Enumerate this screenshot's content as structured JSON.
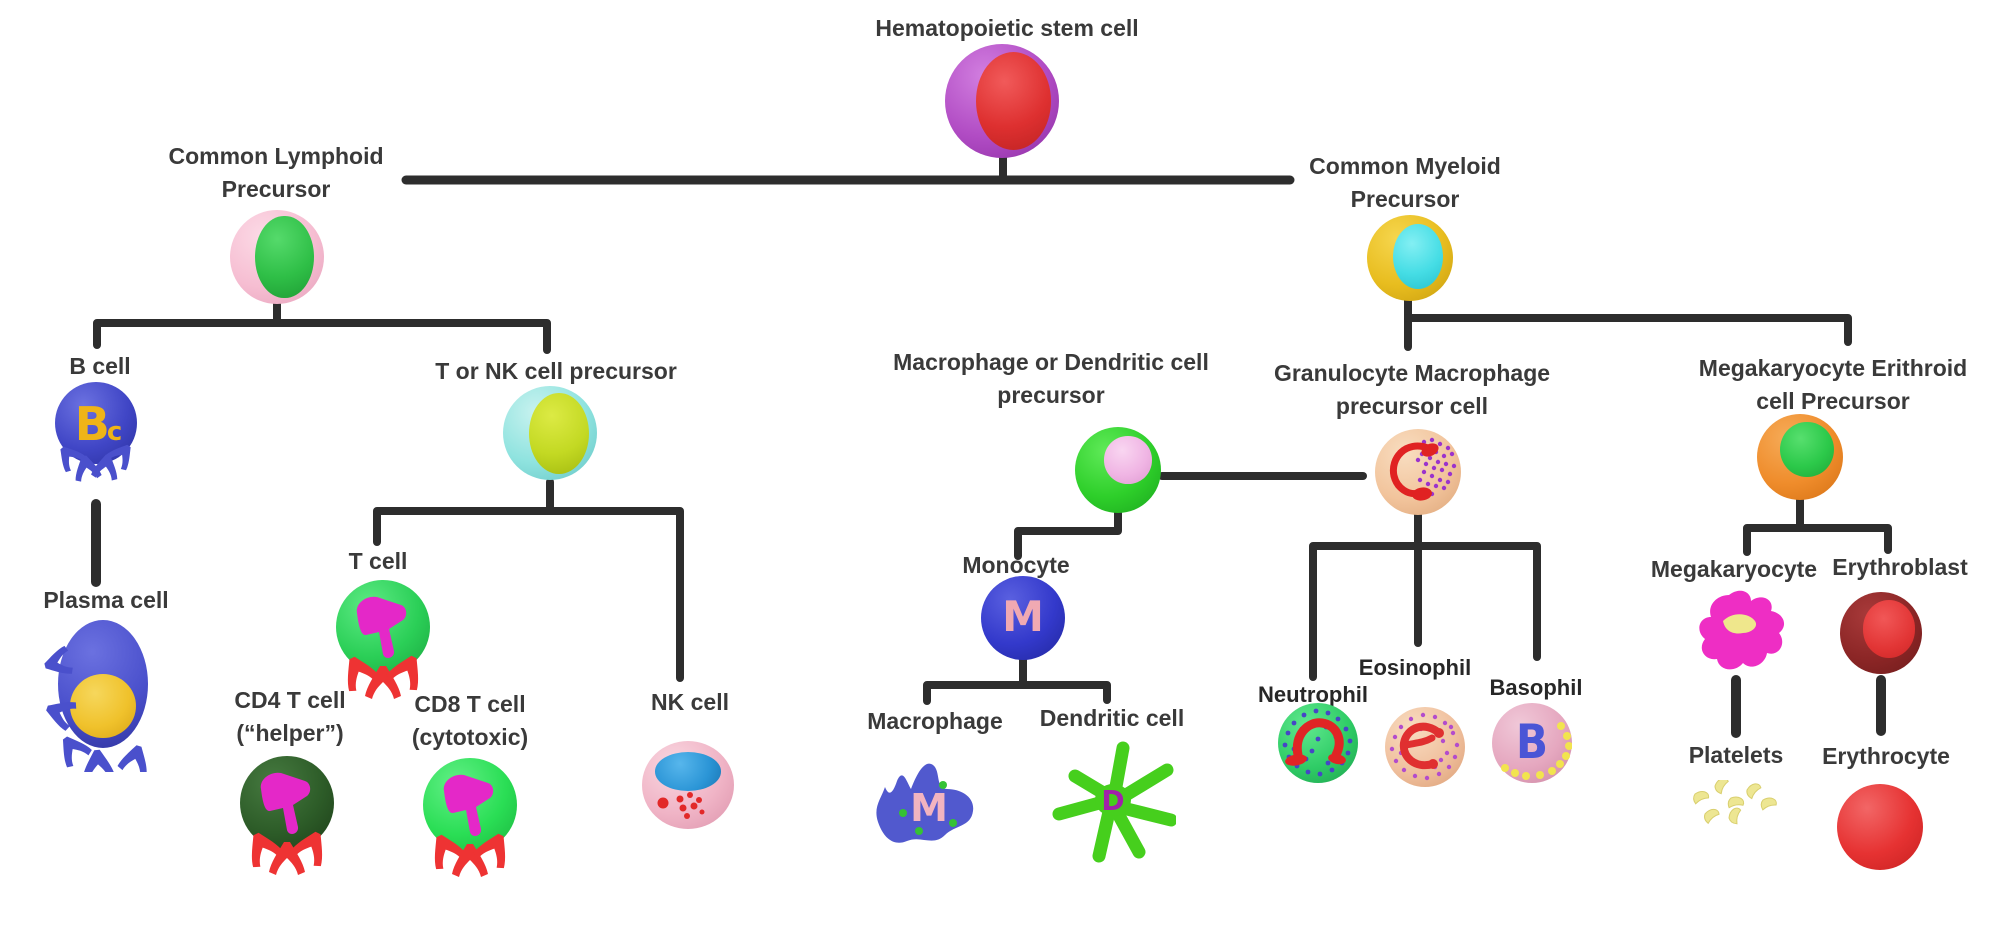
{
  "nodes": {
    "hsc": {
      "label": "Hematopoietic stem cell"
    },
    "clp": {
      "label_line1": "Common Lymphoid",
      "label_line2": "Precursor"
    },
    "b_cell": {
      "label": "B cell",
      "glyph": "Bc"
    },
    "plasma_cell": {
      "label": "Plasma cell"
    },
    "t_nk_precursor": {
      "label": "T or NK cell precursor"
    },
    "t_cell": {
      "label": "T cell"
    },
    "cd4_t_cell": {
      "label_line1": "CD4 T cell",
      "label_line2": "(“helper”)"
    },
    "cd8_t_cell": {
      "label_line1": "CD8 T cell",
      "label_line2": "(cytotoxic)"
    },
    "nk_cell": {
      "label": "NK cell"
    },
    "cmp": {
      "label_line1": "Common Myeloid",
      "label_line2": "Precursor"
    },
    "mdp": {
      "label_line1": "Macrophage or Dendritic cell",
      "label_line2": "precursor"
    },
    "monocyte": {
      "label": "Monocyte",
      "glyph": "M"
    },
    "macrophage": {
      "label": "Macrophage",
      "glyph": "M"
    },
    "dendritic_cell": {
      "label": "Dendritic cell",
      "glyph": "D"
    },
    "gmp": {
      "label_line1": "Granulocyte Macrophage",
      "label_line2": "precursor cell"
    },
    "neutrophil": {
      "label": "Neutrophil"
    },
    "eosinophil": {
      "label": "Eosinophil"
    },
    "basophil": {
      "label": "Basophil",
      "glyph": "B"
    },
    "mep": {
      "label_line1": "Megakaryocyte Erithroid",
      "label_line2": "cell Precursor"
    },
    "megakaryocyte": {
      "label": "Megakaryocyte"
    },
    "erythroblast": {
      "label": "Erythroblast"
    },
    "platelets": {
      "label": "Platelets"
    },
    "erythrocyte": {
      "label": "Erythrocyte"
    }
  },
  "colors": {
    "connector": "#2d2d2d",
    "hsc": {
      "membrane": "#b14cc4",
      "nucleus": "#de3030"
    },
    "clp": {
      "membrane": "#f6bed2",
      "nucleus": "#2fbf47"
    },
    "cmp": {
      "membrane": "#e8bd1f",
      "nucleus": "#45dde5"
    },
    "b_cell": {
      "membrane": "#4046c6",
      "glyph": "#efb418"
    },
    "plasma_cell": {
      "body": "#4a50cc",
      "nucleus": "#f0c22c"
    },
    "t_nk_precursor": {
      "membrane": "#8fe3df",
      "nucleus": "#c3d923"
    },
    "t_cell": {
      "membrane": "#2bcf57",
      "receptor": "#e428c8",
      "feet": "#ee3333"
    },
    "cd4_t_cell": {
      "membrane": "#2d5c28"
    },
    "cd8_t_cell": {
      "membrane": "#2ade55"
    },
    "nk_cell": {
      "membrane": "#f0b4c6",
      "nucleus": "#2b95d6",
      "granules": "#e22828"
    },
    "mdp": {
      "membrane": "#2ecf2a",
      "nucleus": "#f0b5e4"
    },
    "monocyte": {
      "membrane": "#3339cb",
      "glyph": "#f0a9b2"
    },
    "macrophage": {
      "body": "#5159ce",
      "glyph": "#f2b4c0",
      "dots": "#35c235"
    },
    "dendritic_cell": {
      "body": "#46cf1d",
      "glyph": "#a122aa"
    },
    "gmp": {
      "membrane": "#f2c49c",
      "nucleus": "#e02222",
      "granules": "#9b33cc"
    },
    "neutrophil": {
      "membrane": "#2fcc66",
      "nucleus": "#e02525",
      "granules": "#4646c6"
    },
    "eosinophil": {
      "membrane": "#f0c09e",
      "nucleus": "#e03030",
      "granules": "#b34ccc"
    },
    "basophil": {
      "membrane": "#e5a7bf",
      "glyph": "#4a55d6",
      "granules": "#f2e44e"
    },
    "mep": {
      "membrane": "#ef8c2b",
      "nucleus": "#2cc94a"
    },
    "megakaryocyte": {
      "body": "#ee2ec4",
      "nucleus": "#efe78c"
    },
    "erythroblast": {
      "membrane": "#8c2626",
      "nucleus": "#e23535"
    },
    "platelets": {
      "body": "#ede692"
    },
    "erythrocyte": {
      "body": "#e63232"
    }
  }
}
